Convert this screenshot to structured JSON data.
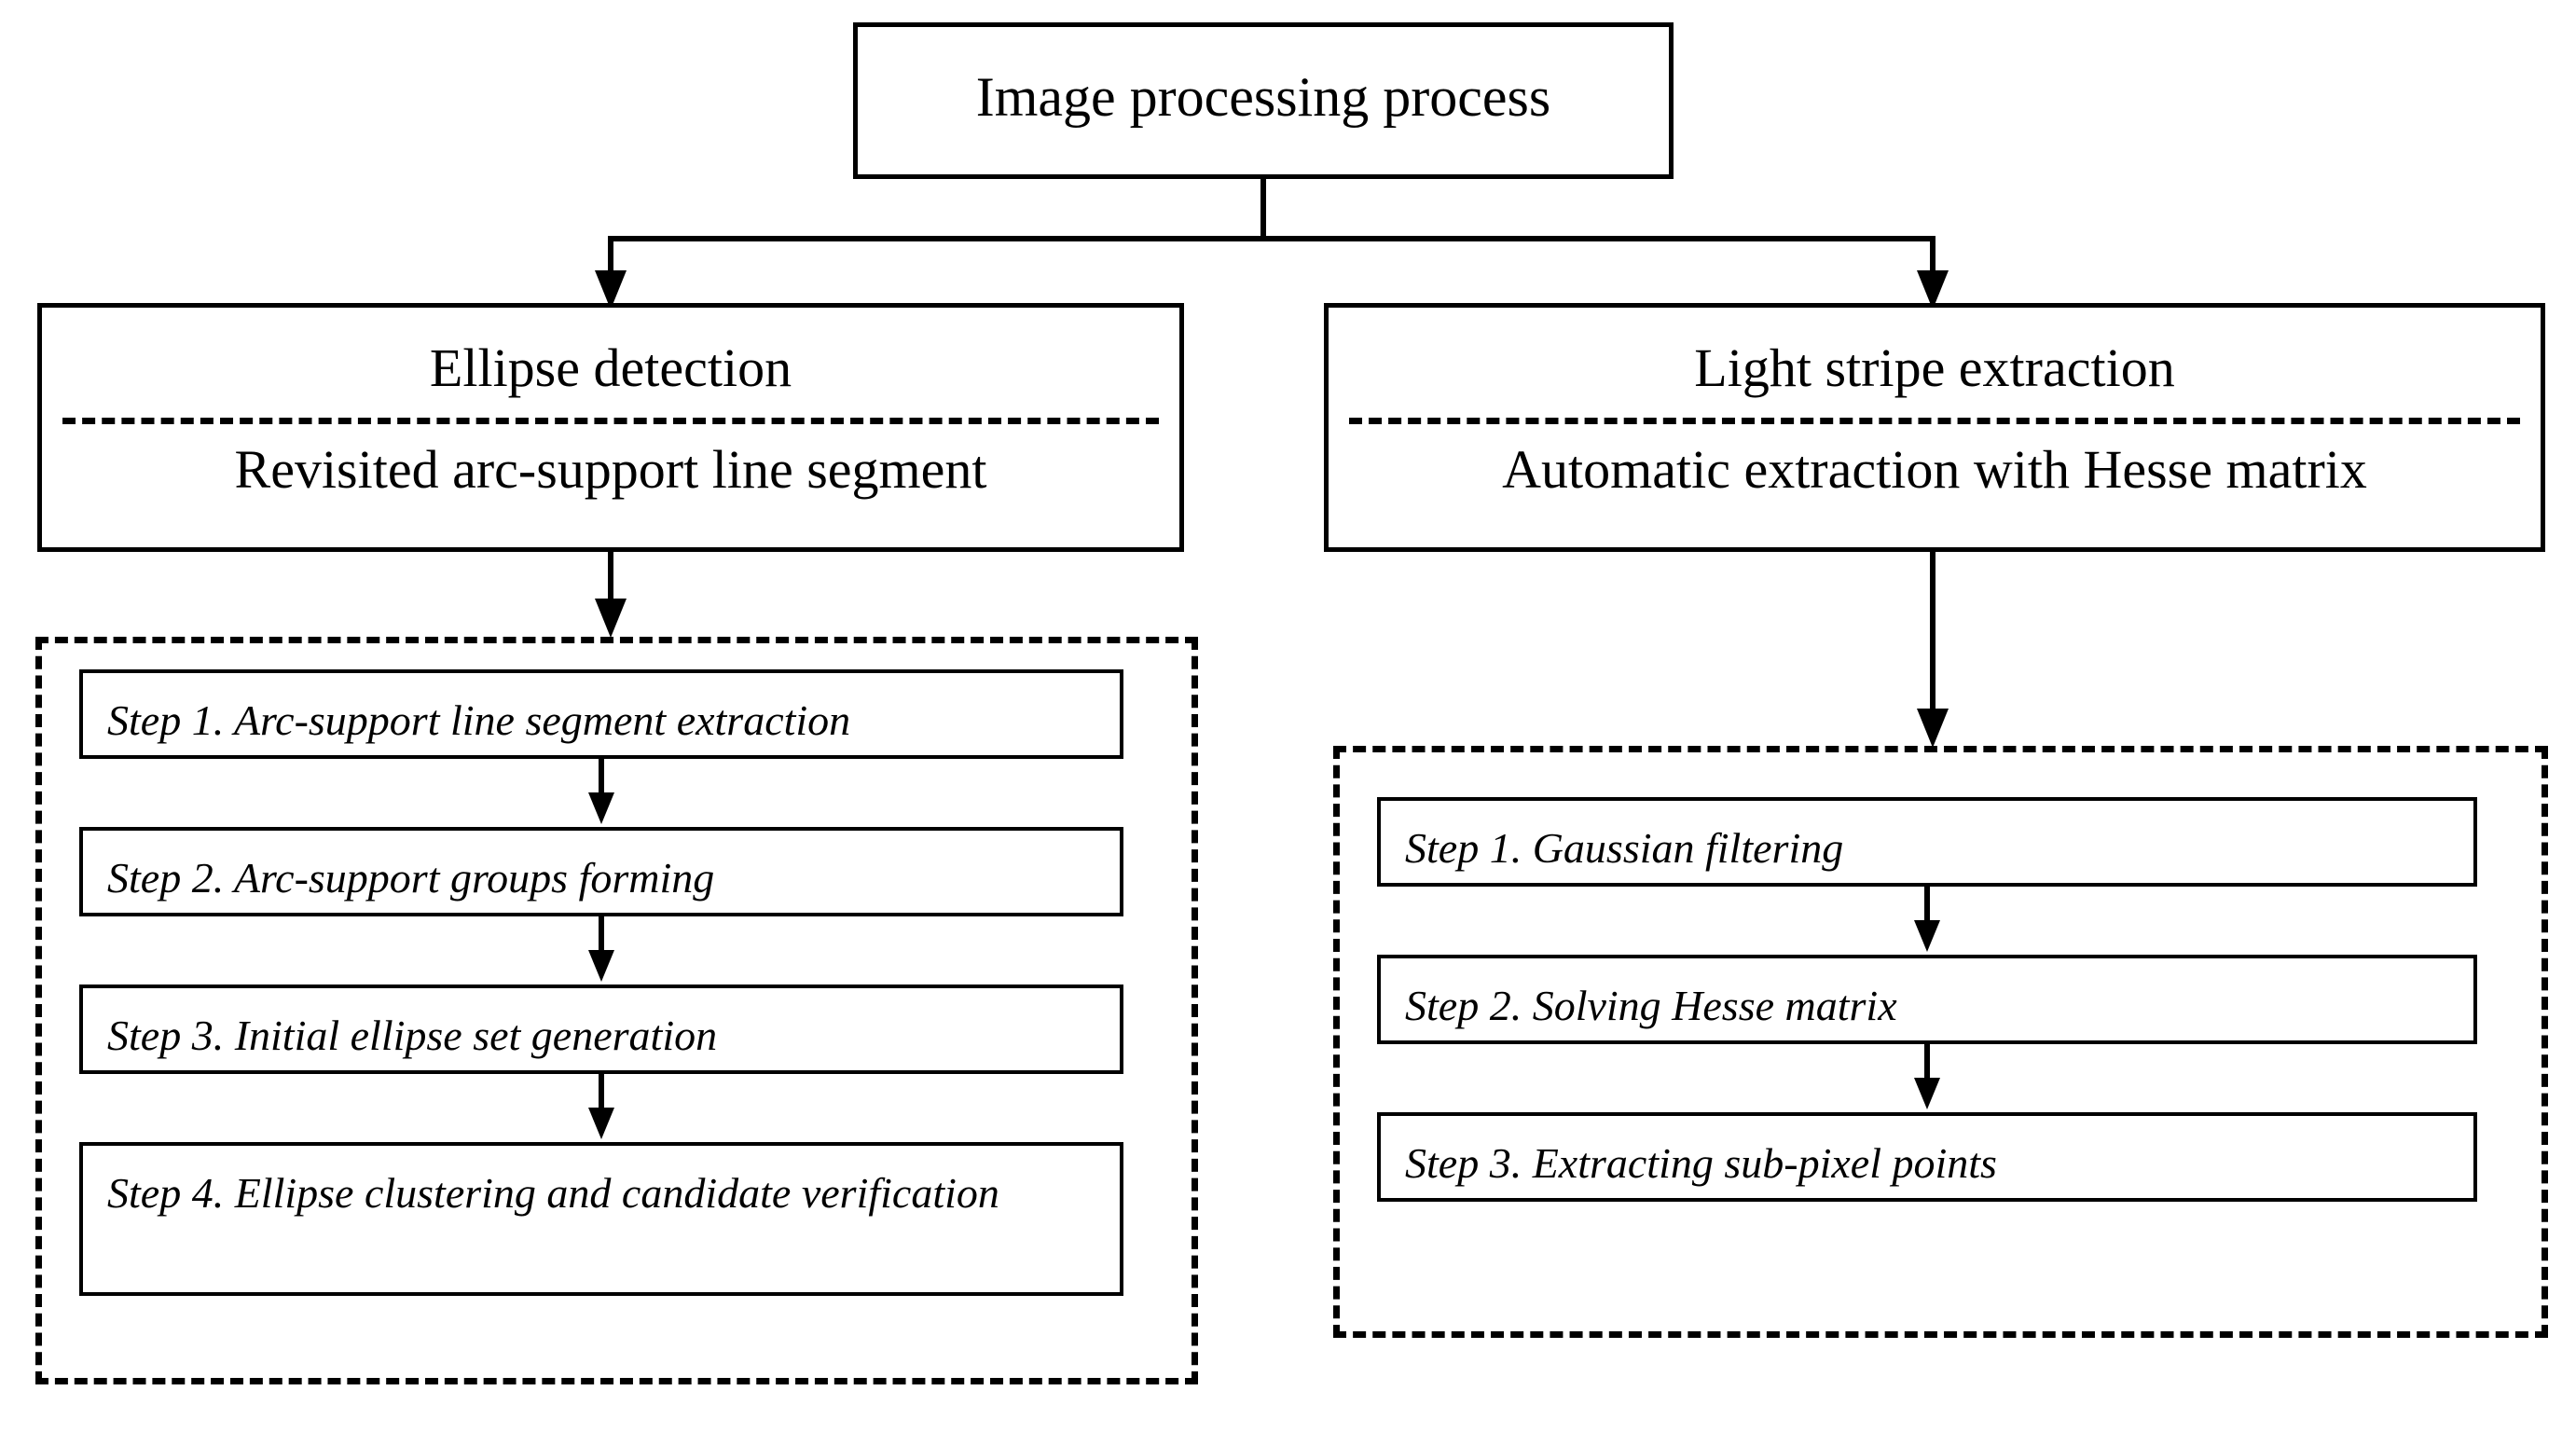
{
  "diagram": {
    "root": {
      "label": "Image processing process"
    },
    "branches": [
      {
        "id": "ellipse-detection",
        "title": "Ellipse detection",
        "subtitle": "Revisited arc-support line segment",
        "steps": [
          {
            "label": "Step 1. Arc-support line segment extraction"
          },
          {
            "label": "Step 2. Arc-support groups forming"
          },
          {
            "label": "Step 3. Initial ellipse set generation"
          },
          {
            "label": "Step 4. Ellipse clustering and candidate verification"
          }
        ]
      },
      {
        "id": "light-stripe-extraction",
        "title": "Light stripe extraction",
        "subtitle": "Automatic extraction with Hesse matrix",
        "steps": [
          {
            "label": "Step 1. Gaussian filtering"
          },
          {
            "label": "Step 2. Solving Hesse matrix"
          },
          {
            "label": "Step 3. Extracting sub-pixel points"
          }
        ]
      }
    ],
    "colors": {
      "stroke": "#000000",
      "background": "#ffffff"
    }
  }
}
